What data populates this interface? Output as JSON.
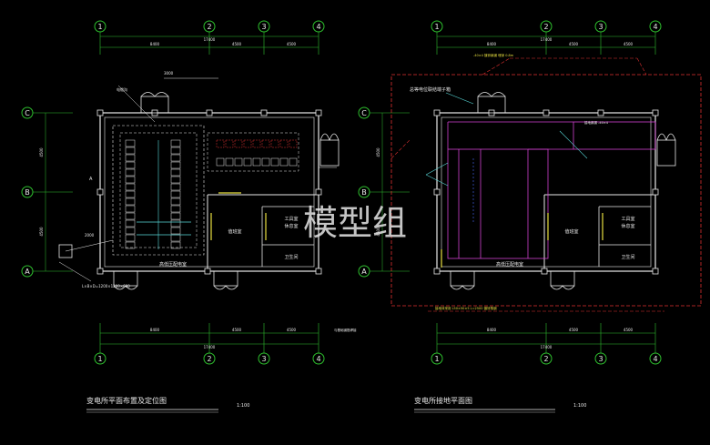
{
  "watermark": "模型组",
  "plans": [
    {
      "id": "left",
      "title": "变电所平面布置及定位图",
      "scale": "1:100",
      "grid_columns": [
        "1",
        "2",
        "3",
        "4"
      ],
      "grid_rows": [
        "C",
        "B",
        "A"
      ],
      "dims_top": [
        "8400",
        "4500",
        "4500"
      ],
      "dims_total": "17400",
      "dims_left": [
        "4500",
        "4500"
      ],
      "room_labels": {
        "hv_room": "高低压配电室",
        "duty": "值班室",
        "tools": "工具室\n休息室",
        "wc": "卫生间"
      },
      "notes": {
        "trench": "L×B×D=1200×1200×600",
        "cable": "电缆沟",
        "cabinet": "配电柜",
        "mark_a": "A",
        "mark_2000": "2000",
        "mark_3000": "3000"
      }
    },
    {
      "id": "right",
      "title": "变电所接地平面图",
      "scale": "1:100",
      "grid_columns": [
        "1",
        "2",
        "3",
        "4"
      ],
      "grid_rows": [
        "C",
        "B",
        "A"
      ],
      "dims_top": [
        "8400",
        "4500",
        "4500"
      ],
      "dims_total": "17400",
      "dims_left": [
        "4500",
        "4500"
      ],
      "room_labels": {
        "hv_room": "高低压配电室",
        "duty": "值班室",
        "tools": "工具室\n休息室",
        "wc": "卫生间"
      },
      "notes": {
        "ground_box": "总等电位联结端子箱",
        "ground_bar": "接地扁钢 -40×4",
        "ground_ring": "接地体采用 L50×50×5 L=2500 镀锌角钢",
        "top_note": "-40×4 镀锌扁钢 埋深 0.8m",
        "side_note": "与基础钢筋焊接"
      }
    }
  ]
}
